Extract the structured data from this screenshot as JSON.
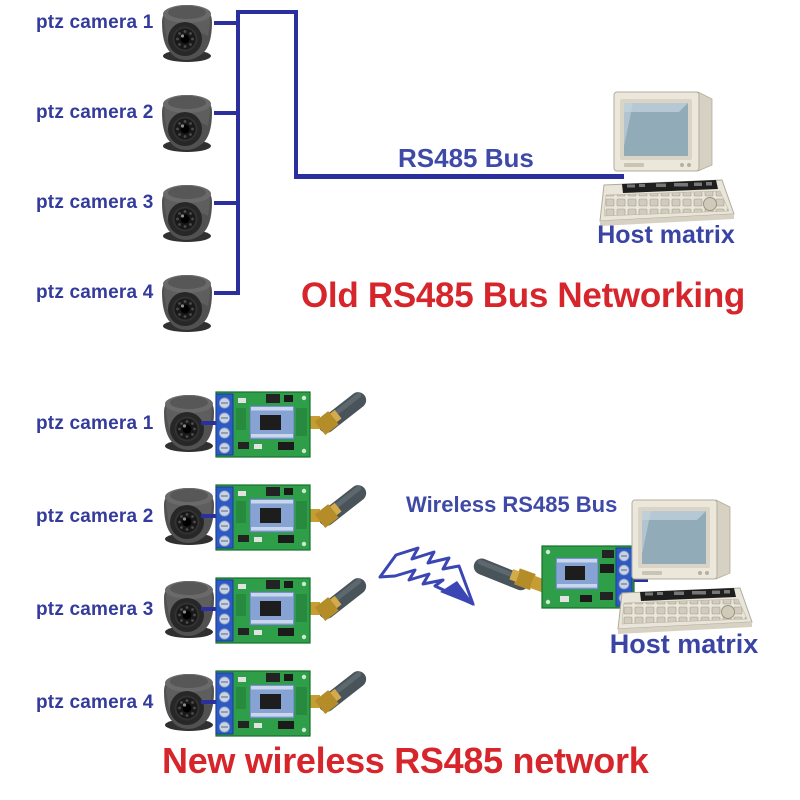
{
  "old": {
    "title": "Old RS485 Bus Networking",
    "bus_label": "RS485 Bus",
    "host_label": "Host matrix",
    "cameras": [
      {
        "label": "ptz camera 1"
      },
      {
        "label": "ptz camera 2"
      },
      {
        "label": "ptz camera 3"
      },
      {
        "label": "ptz camera 4"
      }
    ]
  },
  "new": {
    "title": "New wireless RS485 network",
    "bus_label": "Wireless RS485 Bus",
    "host_label": "Host matrix",
    "cameras": [
      {
        "label": "ptz camera 1"
      },
      {
        "label": "ptz camera 2"
      },
      {
        "label": "ptz camera 3"
      },
      {
        "label": "ptz camera 4"
      }
    ]
  },
  "icons": {
    "camera": "dome-ptz-camera-icon",
    "module": "wireless-rs485-module-icon",
    "host": "host-matrix-console-icon",
    "wireless_link": "lightning-bolt-icon"
  },
  "colors": {
    "label_blue": "#333b9c",
    "line_blue": "#2b2f9e",
    "title_red": "#d7252c",
    "pcb_green": "#2e9e48",
    "terminal_blue": "#2b5ac6",
    "antenna_gray": "#49535a",
    "sma_gold": "#c79d33"
  }
}
